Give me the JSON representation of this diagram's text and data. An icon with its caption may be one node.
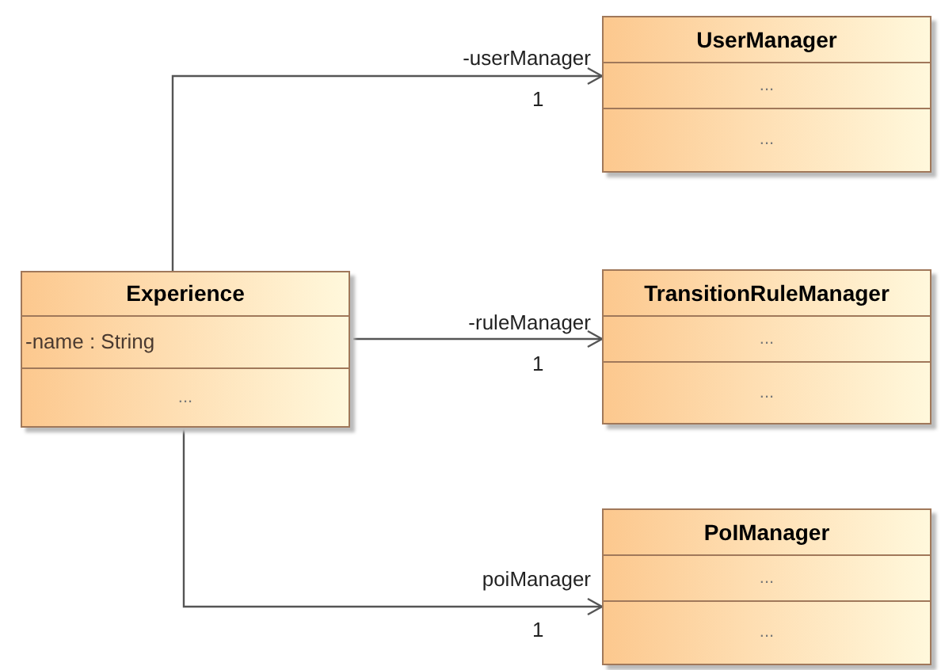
{
  "diagram": {
    "nodes": [
      {
        "text": [
          "Experience",
          "-name : String",
          "..."
        ]
      },
      {
        "text": [
          "UserManager",
          "...",
          "..."
        ]
      },
      {
        "text": [
          "TransitionRuleManager",
          "...",
          "..."
        ]
      },
      {
        "text": [
          "PoIManager",
          "...",
          "..."
        ]
      }
    ],
    "edges": [
      {
        "from": 0,
        "to": 1,
        "arrow": "to",
        "label": "-userManager"
      },
      {
        "from": 0,
        "to": 2,
        "arrow": "to",
        "label": "-ruleManager"
      },
      {
        "from": 0,
        "to": 3,
        "arrow": "to",
        "label": "poiManager"
      }
    ],
    "labels": [
      "1",
      "1",
      "1"
    ]
  }
}
